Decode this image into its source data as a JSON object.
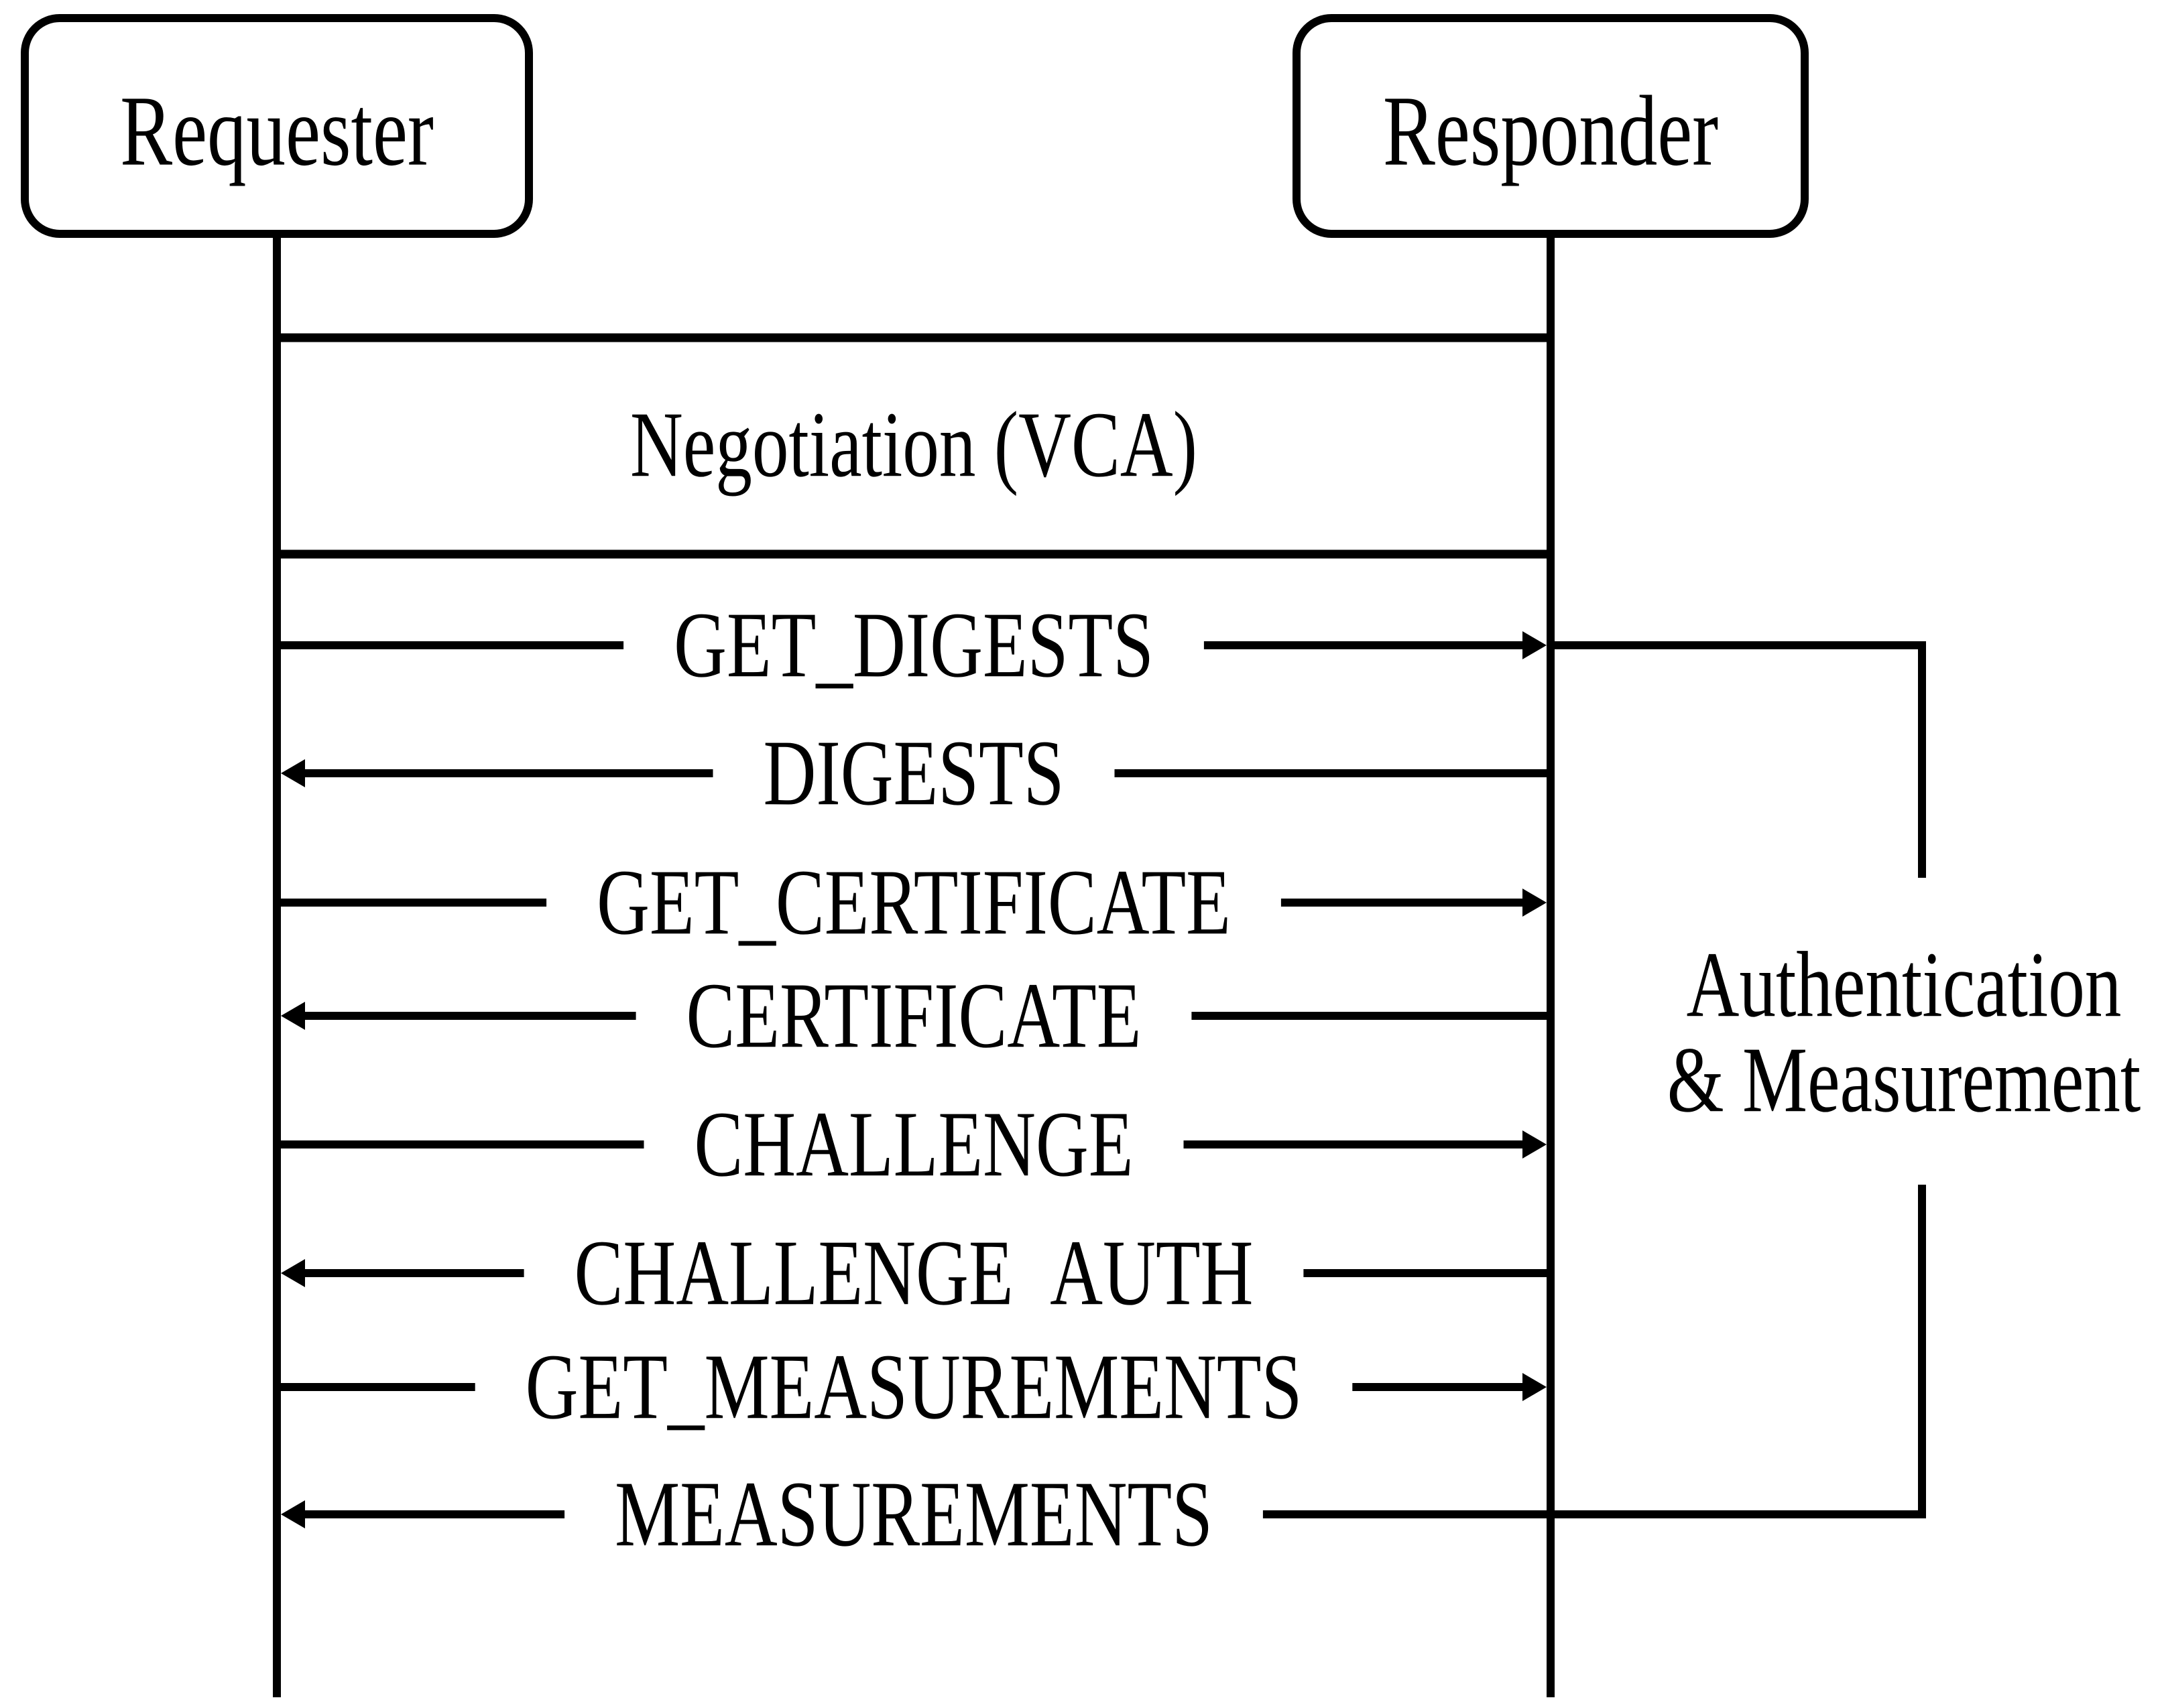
{
  "diagram": {
    "actors": {
      "requester": {
        "label": "Requester"
      },
      "responder": {
        "label": "Responder"
      }
    },
    "negotiation_band": {
      "label": "Negotiation (VCA)"
    },
    "messages": [
      {
        "label": "GET_DIGESTS",
        "direction": "requester-to-responder"
      },
      {
        "label": "DIGESTS",
        "direction": "responder-to-requester"
      },
      {
        "label": "GET_CERTIFICATE",
        "direction": "requester-to-responder"
      },
      {
        "label": "CERTIFICATE",
        "direction": "responder-to-requester"
      },
      {
        "label": "CHALLENGE",
        "direction": "requester-to-responder"
      },
      {
        "label": "CHALLENGE  AUTH",
        "direction": "responder-to-requester"
      },
      {
        "label": "GET_MEASUREMENTS",
        "direction": "requester-to-responder"
      },
      {
        "label": "MEASUREMENTS",
        "direction": "responder-to-requester"
      }
    ],
    "phase_bracket": {
      "line1": "Authentication",
      "line2": "& Measurement"
    },
    "colors": {
      "ink": "#000000",
      "background": "#ffffff"
    }
  }
}
